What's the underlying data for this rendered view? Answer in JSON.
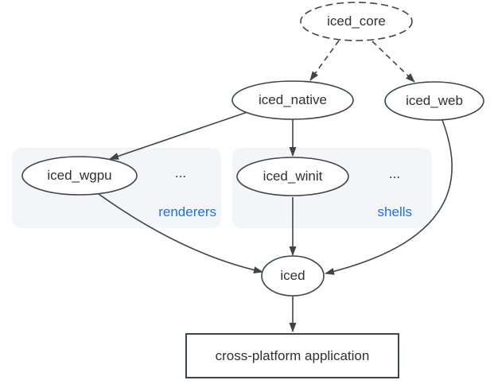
{
  "colors": {
    "background": "#ffffff",
    "stroke": "#3f4448",
    "text": "#2d3135",
    "accent_blue": "#1a73e8",
    "group_fill": "#f3f5f9",
    "node_fill": "#ffffff"
  },
  "nodes": {
    "iced_core": "iced_core",
    "iced_native": "iced_native",
    "iced_web": "iced_web",
    "iced_wgpu": "iced_wgpu",
    "iced_winit": "iced_winit",
    "iced": "iced",
    "app": "cross-platform application"
  },
  "groups": {
    "renderers": {
      "label": "renderers",
      "ellipsis": "..."
    },
    "shells": {
      "label": "shells",
      "ellipsis": "..."
    }
  },
  "edges": [
    {
      "from": "iced_core",
      "to": "iced_native",
      "style": "dashed"
    },
    {
      "from": "iced_core",
      "to": "iced_web",
      "style": "dashed"
    },
    {
      "from": "iced_native",
      "to": "iced_wgpu",
      "style": "solid"
    },
    {
      "from": "iced_native",
      "to": "iced_winit",
      "style": "solid"
    },
    {
      "from": "iced_wgpu",
      "to": "iced",
      "style": "solid"
    },
    {
      "from": "iced_winit",
      "to": "iced",
      "style": "solid"
    },
    {
      "from": "iced_web",
      "to": "iced",
      "style": "solid"
    },
    {
      "from": "iced",
      "to": "app",
      "style": "solid"
    }
  ]
}
